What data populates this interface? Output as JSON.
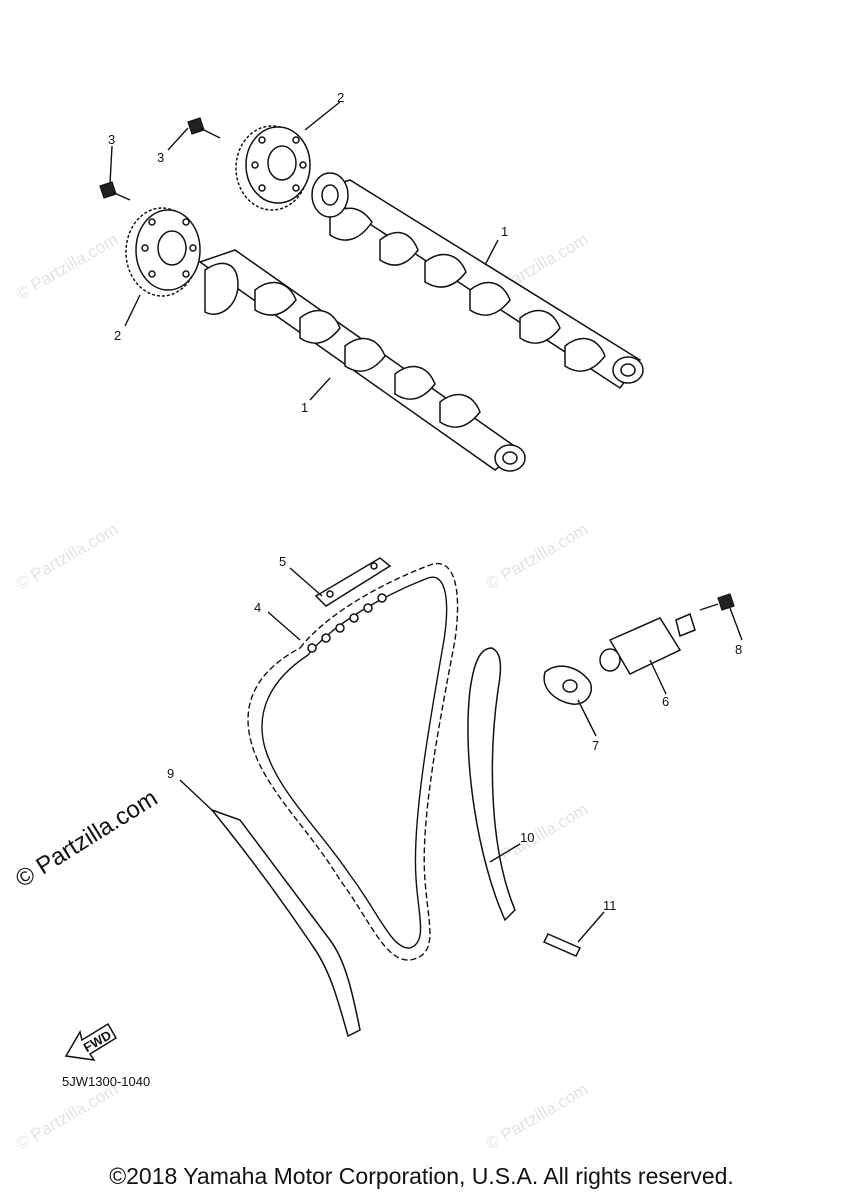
{
  "diagram": {
    "part_labels": [
      "1",
      "1",
      "2",
      "2",
      "3",
      "3",
      "4",
      "5",
      "6",
      "7",
      "8",
      "9",
      "10",
      "11"
    ],
    "part_code": "5JW1300-1040",
    "fwd_label": "FWD",
    "watermark_small": "© Partzilla.com",
    "watermark_large": "© Partzilla.com"
  },
  "footer": {
    "copyright": "©2018 Yamaha Motor Corporation, U.S.A. All rights reserved."
  }
}
